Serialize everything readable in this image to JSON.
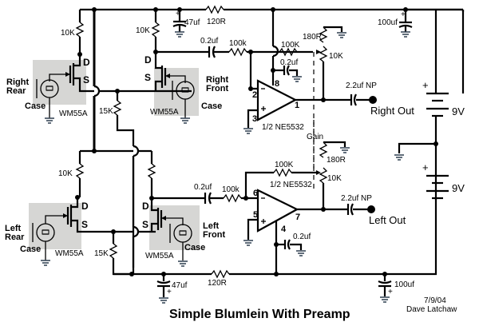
{
  "title": "Simple Blumlein With Preamp",
  "date": "7/9/04",
  "author": "Dave Latchaw",
  "microphones": [
    {
      "id": "right-rear",
      "name_line1": "Right",
      "name_line2": "Rear",
      "case_label": "Case",
      "model": "WM55A"
    },
    {
      "id": "right-front",
      "name_line1": "Right",
      "name_line2": "Front",
      "case_label": "Case",
      "model": "WM55A"
    },
    {
      "id": "left-rear",
      "name_line1": "Left",
      "name_line2": "Rear",
      "case_label": "Case",
      "model": "WM55A"
    },
    {
      "id": "left-front",
      "name_line1": "Left",
      "name_line2": "Front",
      "case_label": "Case",
      "model": "WM55A"
    }
  ],
  "fet_pins": {
    "drain": "D",
    "source": "S"
  },
  "components": {
    "r_drain_right_rear": "10K",
    "r_drain_right_front": "10K",
    "r_drain_left_rear": "10K",
    "r_source_right": "15K",
    "r_source_left": "15K",
    "c_filter_top": "47uf",
    "r_filter_top": "120R",
    "c_filter_bottom": "47uf",
    "r_filter_bottom": "120R",
    "c_coupling_right": "0.2uf",
    "r_input_right": "100k",
    "r_feedback_right": "100K",
    "c_bypass_right": "0.2uf",
    "r_gain_right_fixed": "180R",
    "r_gain_right_pot": "10K",
    "c_out_right": "2.2uf NP",
    "c_coupling_left": "0.2uf",
    "r_input_left": "100k",
    "r_feedback_left": "100K",
    "c_bypass_left": "0.2uf",
    "r_gain_left_fixed": "180R",
    "r_gain_left_pot": "10K",
    "c_out_left": "2.2uf NP",
    "c_supply_top": "100uf",
    "c_supply_bottom": "100uf"
  },
  "opamps": [
    {
      "id": "right",
      "label": "1/2 NE5532",
      "pin_inv": "2",
      "pin_noninv": "3",
      "pin_out": "1",
      "pin_power": "8"
    },
    {
      "id": "left",
      "label": "1/2 NE5532",
      "pin_inv": "6",
      "pin_noninv": "5",
      "pin_out": "7",
      "pin_power": "4"
    }
  ],
  "outputs": {
    "right": "Right Out",
    "left": "Left Out"
  },
  "gain_label": "Gain",
  "batteries": [
    {
      "id": "top",
      "voltage": "9V",
      "polarity": "+"
    },
    {
      "id": "bottom",
      "voltage": "9V",
      "polarity": "+"
    }
  ],
  "cap_polarity": "+"
}
